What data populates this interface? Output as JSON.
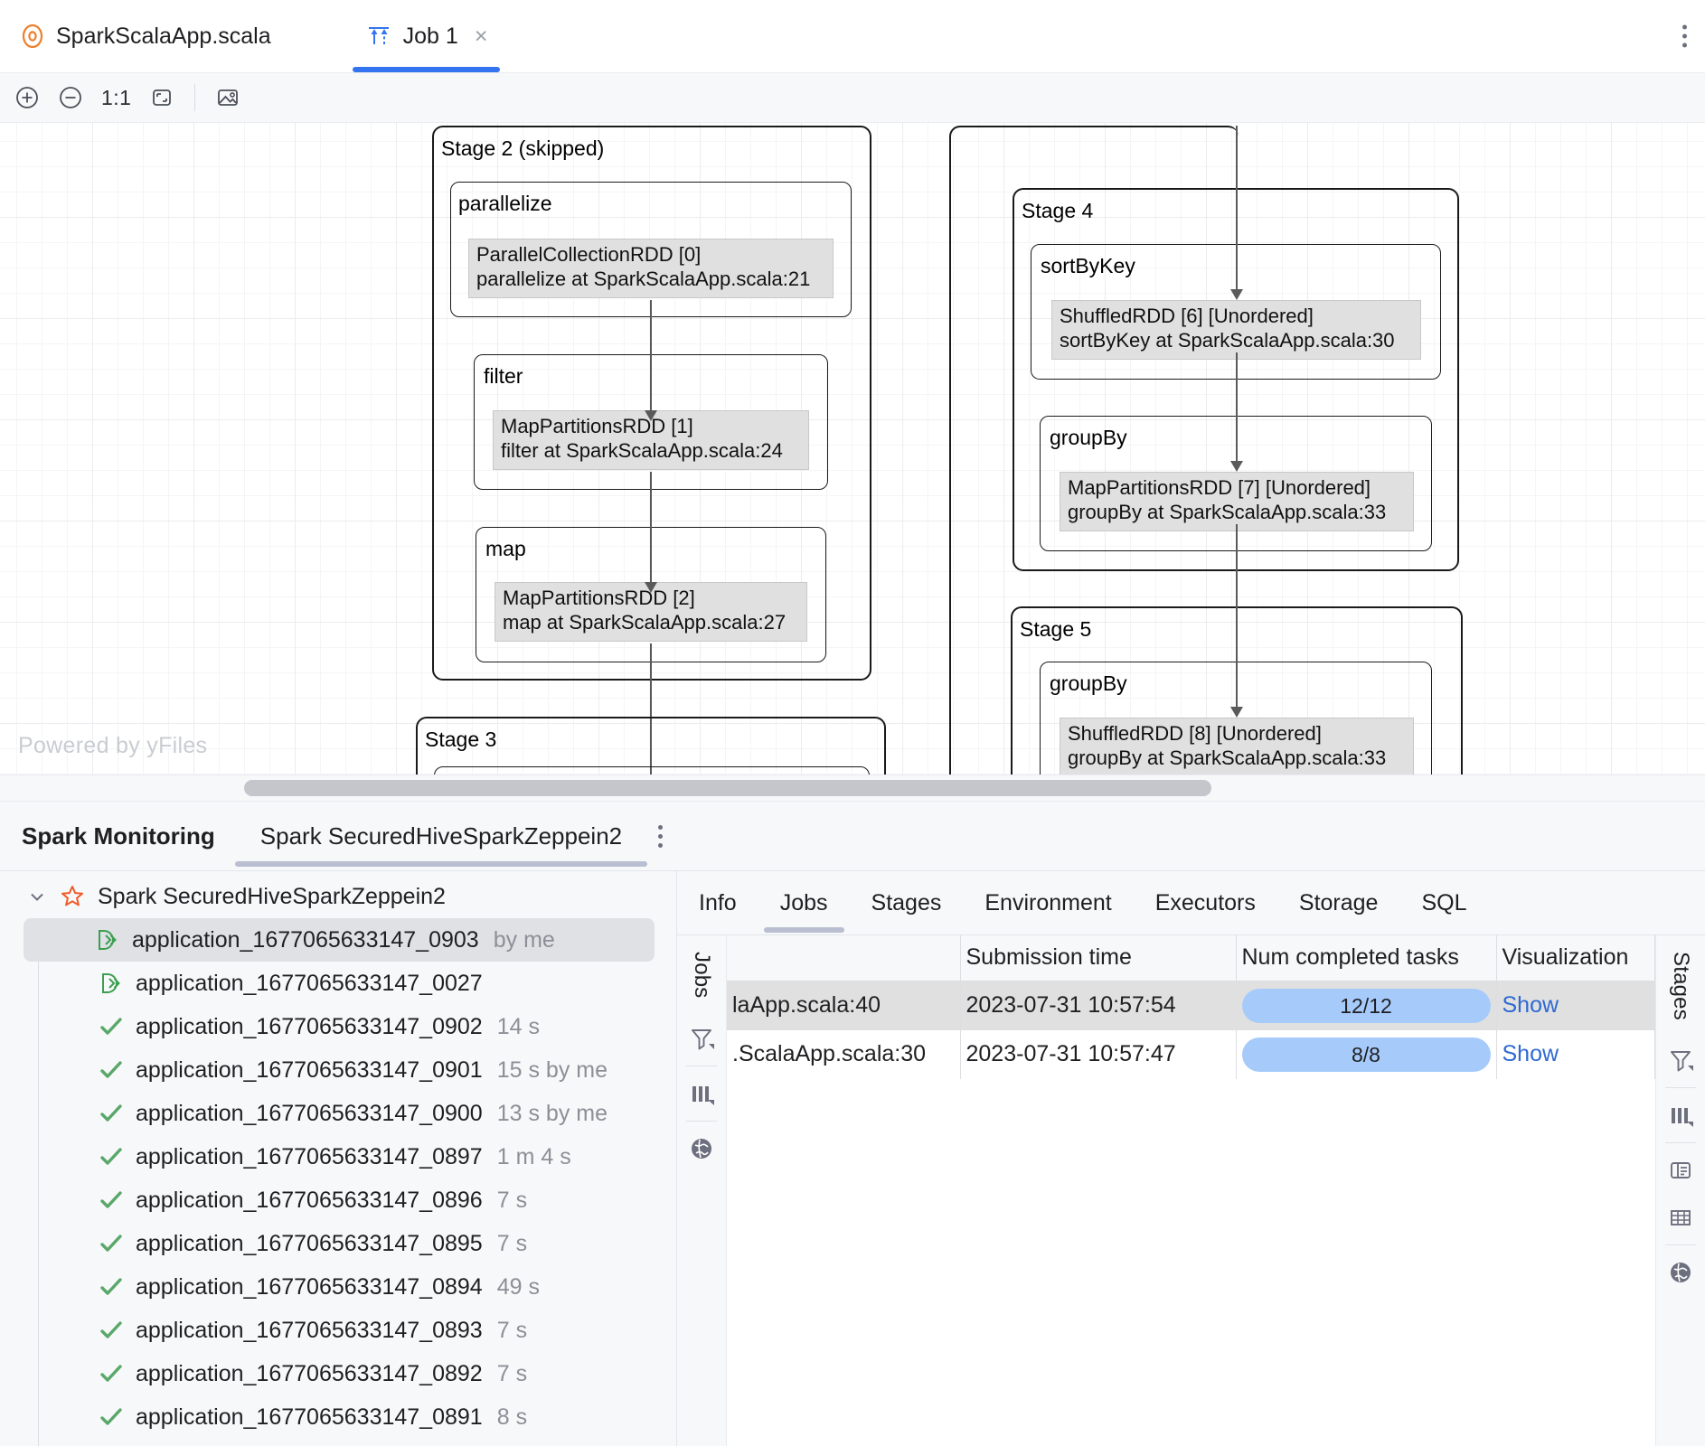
{
  "window": {
    "tabs": [
      {
        "label": "SparkScalaApp.scala",
        "icon": "scala-file-icon",
        "active": false,
        "closable": false
      },
      {
        "label": "Job 1",
        "icon": "job-graph-icon",
        "active": true,
        "closable": true,
        "close_label": "×"
      }
    ],
    "more_menu": "more-options-icon"
  },
  "graph_toolbar": {
    "zoom_in": "zoom-in-icon",
    "zoom_out": "zoom-out-icon",
    "zoom_ratio": "1:1",
    "fit_content": "fit-content-icon",
    "export_image": "export-image-icon"
  },
  "graph": {
    "watermark": "Powered by yFiles",
    "stages": [
      {
        "title": "Stage 2 (skipped)",
        "operations": [
          {
            "name": "parallelize",
            "rdd_line1": "ParallelCollectionRDD [0]",
            "rdd_line2": "parallelize at SparkScalaApp.scala:21"
          },
          {
            "name": "filter",
            "rdd_line1": "MapPartitionsRDD [1]",
            "rdd_line2": "filter at SparkScalaApp.scala:24"
          },
          {
            "name": "map",
            "rdd_line1": "MapPartitionsRDD [2]",
            "rdd_line2": "map at SparkScalaApp.scala:27"
          }
        ]
      },
      {
        "title": "Stage 3",
        "operations": []
      },
      {
        "title": "Stage 4",
        "operations": [
          {
            "name": "sortByKey",
            "rdd_line1": "ShuffledRDD [6] [Unordered]",
            "rdd_line2": "sortByKey at SparkScalaApp.scala:30"
          },
          {
            "name": "groupBy",
            "rdd_line1": "MapPartitionsRDD [7] [Unordered]",
            "rdd_line2": "groupBy at SparkScalaApp.scala:33"
          }
        ]
      },
      {
        "title": "Stage 5",
        "operations": [
          {
            "name": "groupBy",
            "rdd_line1": "ShuffledRDD [8] [Unordered]",
            "rdd_line2": "groupBy at SparkScalaApp.scala:33"
          }
        ]
      }
    ]
  },
  "monitoring": {
    "title": "Spark Monitoring",
    "connection_tab": "Spark SecuredHiveSparkZeppein2",
    "kebab": "connection-options-icon",
    "tree": {
      "root": {
        "label": "Spark SecuredHiveSparkZeppein2",
        "icon": "spark-star-icon",
        "chevron": "chevron-down-icon"
      },
      "items": [
        {
          "label": "application_1677065633147_0903",
          "meta": "by me",
          "status": "running",
          "selected": true
        },
        {
          "label": "application_1677065633147_0027",
          "meta": "",
          "status": "running",
          "selected": false
        },
        {
          "label": "application_1677065633147_0902",
          "meta": "14 s",
          "status": "completed",
          "selected": false
        },
        {
          "label": "application_1677065633147_0901",
          "meta": "15 s by me",
          "status": "completed",
          "selected": false
        },
        {
          "label": "application_1677065633147_0900",
          "meta": "13 s by me",
          "status": "completed",
          "selected": false
        },
        {
          "label": "application_1677065633147_0897",
          "meta": "1 m 4 s",
          "status": "completed",
          "selected": false
        },
        {
          "label": "application_1677065633147_0896",
          "meta": "7 s",
          "status": "completed",
          "selected": false
        },
        {
          "label": "application_1677065633147_0895",
          "meta": "7 s",
          "status": "completed",
          "selected": false
        },
        {
          "label": "application_1677065633147_0894",
          "meta": "49 s",
          "status": "completed",
          "selected": false
        },
        {
          "label": "application_1677065633147_0893",
          "meta": "7 s",
          "status": "completed",
          "selected": false
        },
        {
          "label": "application_1677065633147_0892",
          "meta": "7 s",
          "status": "completed",
          "selected": false
        },
        {
          "label": "application_1677065633147_0891",
          "meta": "8 s",
          "status": "completed",
          "selected": false
        }
      ]
    },
    "subtabs": [
      {
        "label": "Info",
        "active": false
      },
      {
        "label": "Jobs",
        "active": true
      },
      {
        "label": "Stages",
        "active": false
      },
      {
        "label": "Environment",
        "active": false
      },
      {
        "label": "Executors",
        "active": false
      },
      {
        "label": "Storage",
        "active": false
      },
      {
        "label": "SQL",
        "active": false
      }
    ],
    "left_rail": {
      "label": "Jobs",
      "buttons": [
        "filter-icon",
        "columns-icon",
        "globe-icon"
      ]
    },
    "right_rail": {
      "label": "Stages",
      "buttons": [
        "filter-icon",
        "columns-icon",
        "detail-panel-icon",
        "table-icon",
        "globe-icon"
      ]
    },
    "jobs_table": {
      "columns": [
        "",
        "",
        "Submission time",
        "Num completed tasks",
        "Visualization"
      ],
      "rows": [
        {
          "description": "laApp.scala:40",
          "submission_time": "2023-07-31 10:57:54",
          "tasks": "12/12",
          "visualization": "Show",
          "selected": true
        },
        {
          "description": ".ScalaApp.scala:30",
          "submission_time": "2023-07-31 10:57:47",
          "tasks": "8/8",
          "visualization": "Show",
          "selected": false
        }
      ]
    }
  },
  "colors": {
    "accent_blue": "#3574f0",
    "link_blue": "#2e69d2",
    "pill_blue": "#a6cbfb",
    "success_green": "#59a869",
    "tab_underline": "#b9bfd0"
  }
}
